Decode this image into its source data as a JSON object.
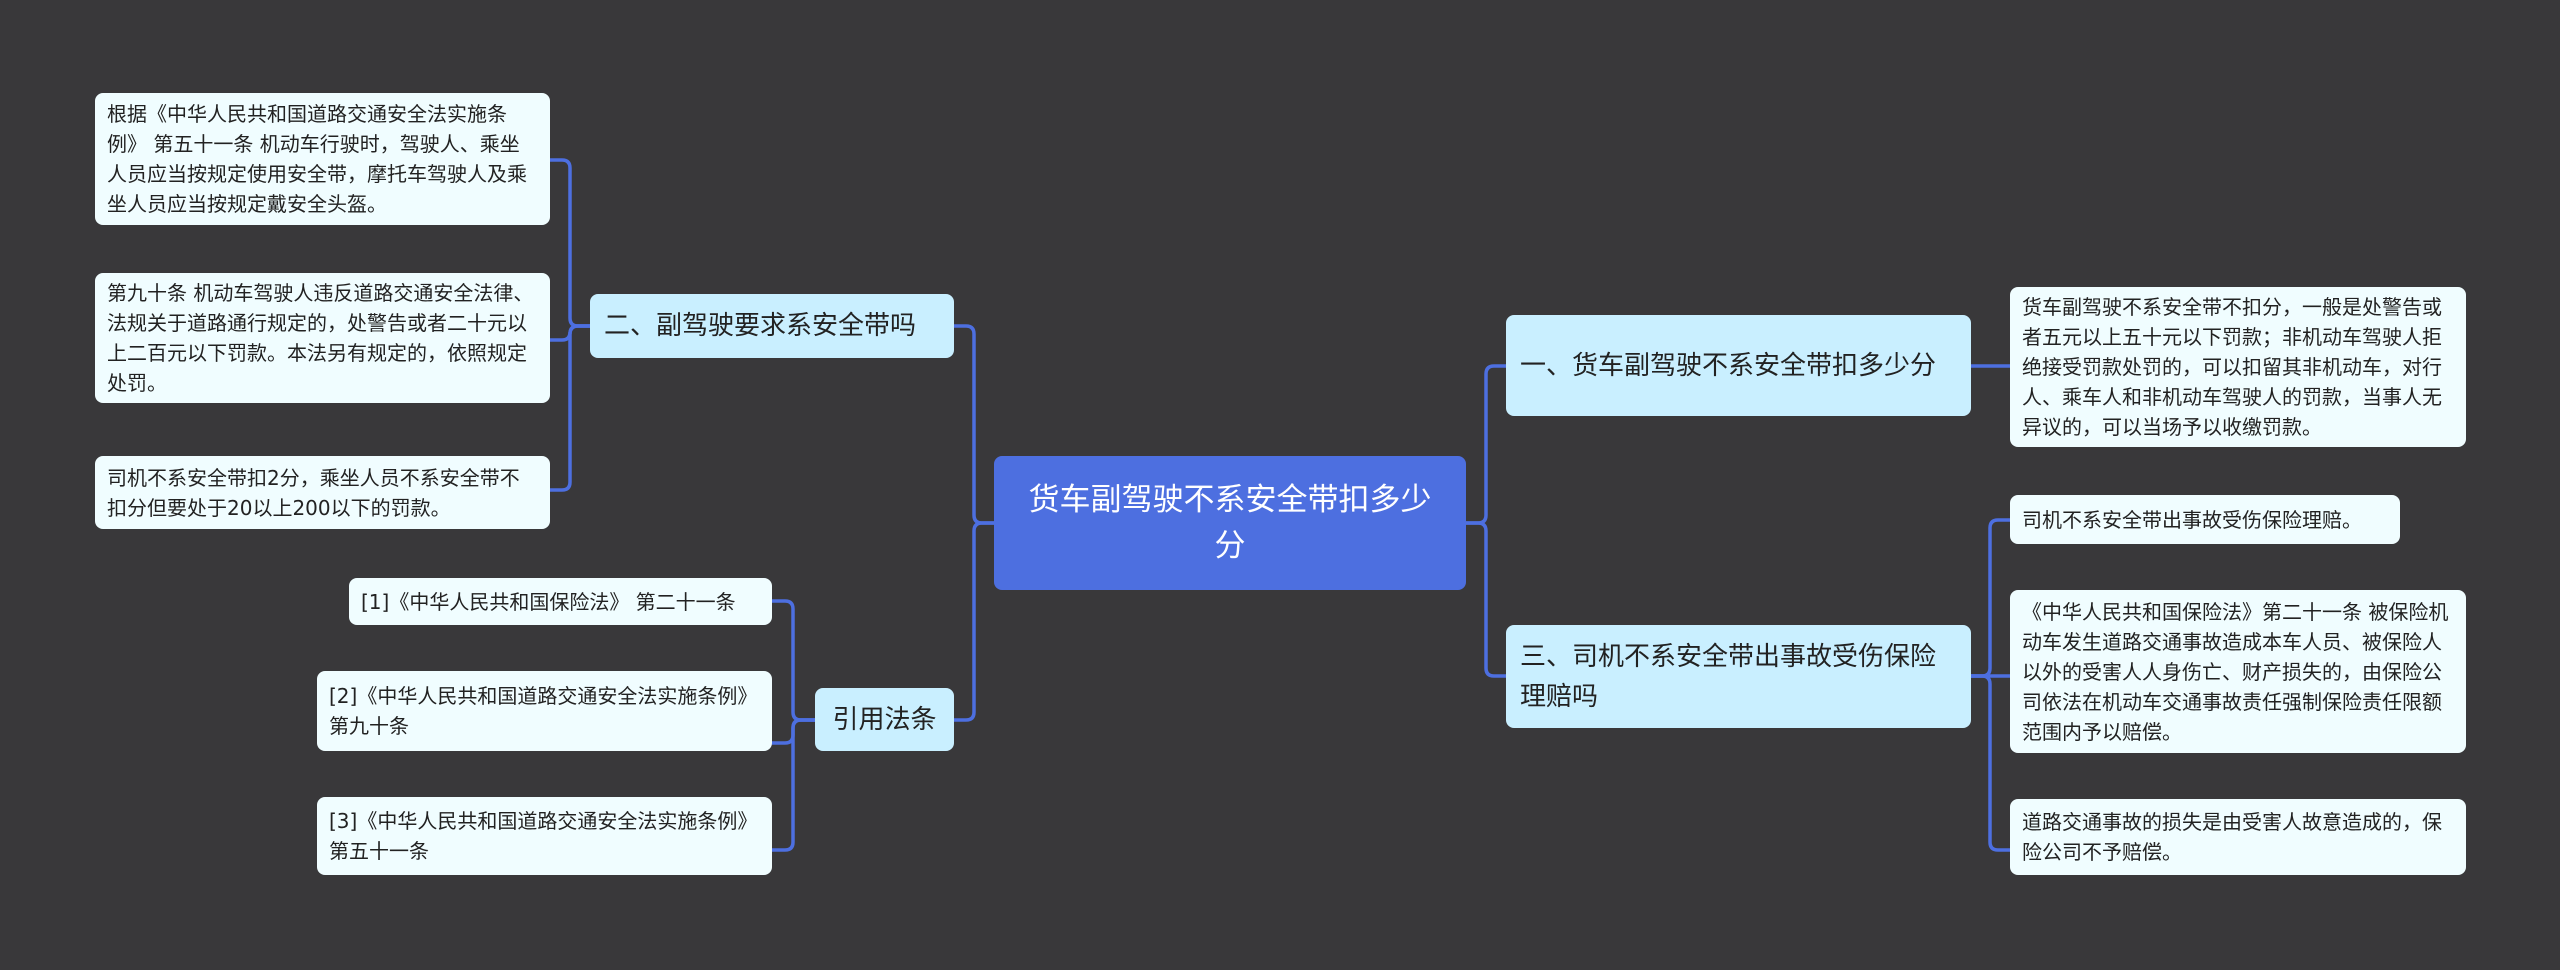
{
  "root": {
    "title": "货车副驾驶不系安全带扣多少分"
  },
  "branches": [
    {
      "label": "二、副驾驶要求系安全带吗",
      "children": [
        "根据《中华人民共和国道路交通安全法实施条例》 第五十一条 机动车行驶时，驾驶人、乘坐人员应当按规定使用安全带，摩托车驾驶人及乘坐人员应当按规定戴安全头盔。",
        "第九十条 机动车驾驶人违反道路交通安全法律、法规关于道路通行规定的，处警告或者二十元以上二百元以下罚款。本法另有规定的，依照规定处罚。",
        "司机不系安全带扣2分，乘坐人员不系安全带不扣分但要处于20以上200以下的罚款。"
      ]
    },
    {
      "label": "引用法条",
      "children": [
        "[1]《中华人民共和国保险法》 第二十一条",
        "[2]《中华人民共和国道路交通安全法实施条例》 第九十条",
        "[3]《中华人民共和国道路交通安全法实施条例》 第五十一条"
      ]
    },
    {
      "label": "一、货车副驾驶不系安全带扣多少分",
      "children": [
        "货车副驾驶不系安全带不扣分，一般是处警告或者五元以上五十元以下罚款；非机动车驾驶人拒绝接受罚款处罚的，可以扣留其非机动车，对行人、乘车人和非机动车驾驶人的罚款，当事人无异议的，可以当场予以收缴罚款。"
      ]
    },
    {
      "label": "三、司机不系安全带出事故受伤保险理赔吗",
      "children": [
        "司机不系安全带出事故受伤保险理赔。",
        "《中华人民共和国保险法》第二十一条 被保险机动车发生道路交通事故造成本车人员、被保险人以外的受害人人身伤亡、财产损失的，由保险公司依法在机动车交通事故责任强制保险责任限额范围内予以赔偿。",
        "道路交通事故的损失是由受害人故意造成的，保险公司不予赔偿。"
      ]
    }
  ]
}
